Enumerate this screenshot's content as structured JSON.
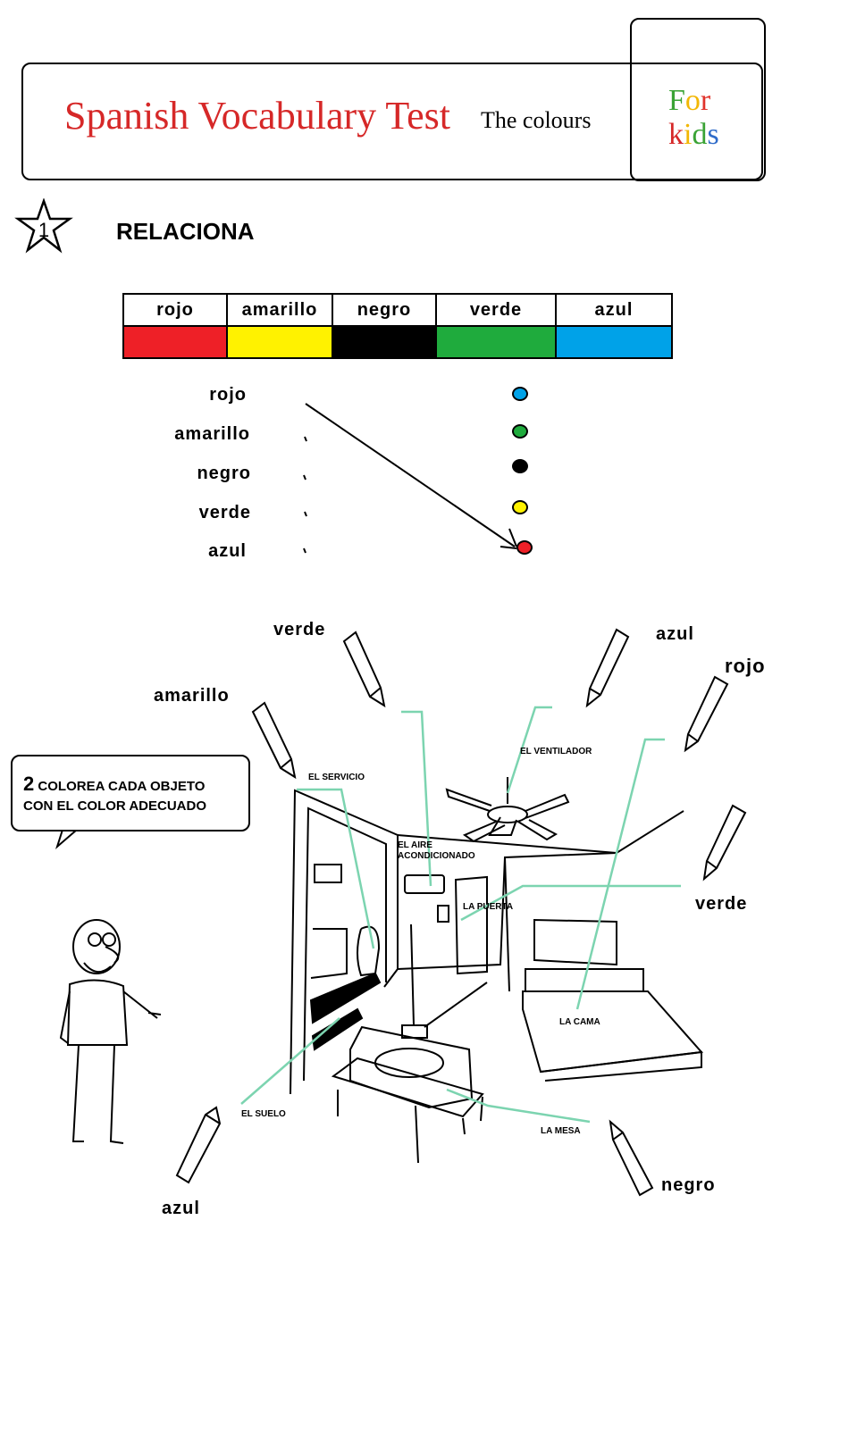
{
  "header": {
    "title": "Spanish Vocabulary Test",
    "subtitle": "The colours",
    "for_letters": [
      {
        "ch": "F",
        "color": "#3aa335"
      },
      {
        "ch": "o",
        "color": "#f2b705"
      },
      {
        "ch": "r",
        "color": "#e0332b"
      }
    ],
    "kids_letters": [
      {
        "ch": "k",
        "color": "#d62828"
      },
      {
        "ch": "i",
        "color": "#f2b705"
      },
      {
        "ch": "d",
        "color": "#3aa335"
      },
      {
        "ch": "s",
        "color": "#2f6cc9"
      }
    ]
  },
  "exercise1": {
    "number": "1",
    "title": "RELACIONA",
    "color_table": [
      {
        "label": "rojo",
        "color": "#ee2027"
      },
      {
        "label": "amarillo",
        "color": "#fff200"
      },
      {
        "label": "negro",
        "color": "#000000"
      },
      {
        "label": "verde",
        "color": "#1fab3d"
      },
      {
        "label": "azul",
        "color": "#00a2e8"
      }
    ],
    "match_words": [
      "rojo",
      "amarillo",
      "negro",
      "verde",
      "azul"
    ],
    "match_dots": [
      "#00a2e8",
      "#1fab3d",
      "#000000",
      "#fff200",
      "#ee2027"
    ]
  },
  "exercise2": {
    "number": "2",
    "instruction_line1": "COLOREA CADA OBJETO",
    "instruction_line2": "CON EL COLOR ADECUADO",
    "crayon_words": {
      "verde_top": "verde",
      "azul_top": "azul",
      "rojo": "rojo",
      "amarillo": "amarillo",
      "verde_right": "verde",
      "azul_bottom": "azul",
      "negro": "negro"
    },
    "objects": {
      "servicio": "EL SERVICIO",
      "ventilador": "EL VENTILADOR",
      "aire_line1": "EL AIRE",
      "aire_line2": "ACONDICIONADO",
      "puerta": "LA PUERTA",
      "cama": "LA CAMA",
      "suelo": "EL SUELO",
      "mesa": "LA MESA"
    }
  }
}
